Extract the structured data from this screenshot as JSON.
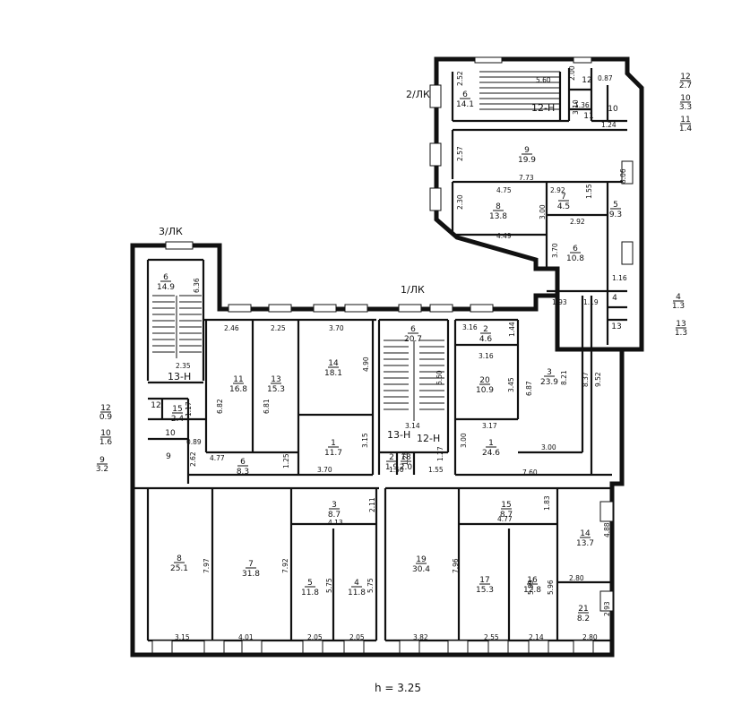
{
  "footer": {
    "height_note": "h = 3.25"
  },
  "section_labels": [
    "2/ЛК",
    "3/ЛК",
    "1/ЛК"
  ],
  "unit_labels": [
    "12-Н",
    "13-Н",
    "13-Н",
    "12-Н"
  ],
  "rooms": [
    {
      "num": "6",
      "area": "14.1"
    },
    {
      "num": "12",
      "area": ""
    },
    {
      "num": "10",
      "area": ""
    },
    {
      "num": "11",
      "area": ""
    },
    {
      "num": "9",
      "area": "19.9"
    },
    {
      "num": "8",
      "area": "13.8"
    },
    {
      "num": "7",
      "area": "4.5"
    },
    {
      "num": "5",
      "area": "9.3"
    },
    {
      "num": "6",
      "area": "10.8"
    },
    {
      "num": "4",
      "area": ""
    },
    {
      "num": "13",
      "area": ""
    },
    {
      "num": "6",
      "area": "14.9"
    },
    {
      "num": "11",
      "area": "16.8"
    },
    {
      "num": "13",
      "area": "15.3"
    },
    {
      "num": "14",
      "area": "18.1"
    },
    {
      "num": "1",
      "area": "11.7"
    },
    {
      "num": "6",
      "area": "8.3"
    },
    {
      "num": "15",
      "area": "2.4"
    },
    {
      "num": "12",
      "area": ""
    },
    {
      "num": "10",
      "area": ""
    },
    {
      "num": "9",
      "area": ""
    },
    {
      "num": "6",
      "area": "20.7"
    },
    {
      "num": "2",
      "area": "1.9"
    },
    {
      "num": "18",
      "area": "2.0"
    },
    {
      "num": "2",
      "area": "4.6"
    },
    {
      "num": "20",
      "area": "10.9"
    },
    {
      "num": "3",
      "area": "23.9"
    },
    {
      "num": "1",
      "area": "24.6"
    },
    {
      "num": "8",
      "area": "25.1"
    },
    {
      "num": "7",
      "area": "31.8"
    },
    {
      "num": "3",
      "area": "8.7"
    },
    {
      "num": "5",
      "area": "11.8"
    },
    {
      "num": "4",
      "area": "11.8"
    },
    {
      "num": "19",
      "area": "30.4"
    },
    {
      "num": "15",
      "area": "8.7"
    },
    {
      "num": "17",
      "area": "15.3"
    },
    {
      "num": "16",
      "area": "12.8"
    },
    {
      "num": "14",
      "area": "13.7"
    },
    {
      "num": "21",
      "area": "8.2"
    }
  ],
  "side_legend": [
    {
      "num": "12",
      "area": "2.7"
    },
    {
      "num": "10",
      "area": "3.3"
    },
    {
      "num": "11",
      "area": "1.4"
    },
    {
      "num": "4",
      "area": "1.3"
    },
    {
      "num": "13",
      "area": "1.3"
    },
    {
      "num": "12",
      "area": "0.9"
    },
    {
      "num": "10",
      "area": "1.6"
    },
    {
      "num": "9",
      "area": "3.2"
    }
  ],
  "dimensions": [
    "5.60",
    "2.52",
    "2.00",
    "0.87",
    "1.36",
    "3.10",
    "1.24",
    "2.57",
    "7.73",
    "8.06",
    "4.75",
    "2.92",
    "1.55",
    "2.30",
    "3.00",
    "4.49",
    "2.92",
    "3.70",
    "1.16",
    "6.36",
    "2.35",
    "2.46",
    "2.25",
    "3.70",
    "6.82",
    "6.81",
    "4.90",
    "1.17",
    "0.89",
    "2.62",
    "4.77",
    "1.25",
    "3.15",
    "3.70",
    "6.60",
    "3.14",
    "1.50",
    "1.26",
    "1.27",
    "1.55",
    "3.16",
    "1.44",
    "3.16",
    "3.45",
    "6.87",
    "1.93",
    "1.19",
    "8.21",
    "8.37",
    "9.52",
    "3.17",
    "3.00",
    "3.00",
    "7.60",
    "7.97",
    "7.92",
    "2.11",
    "4.13",
    "5.75",
    "5.75",
    "3.15",
    "4.01",
    "2.05",
    "2.05",
    "7.96",
    "1.83",
    "4.77",
    "5.99",
    "5.96",
    "4.88",
    "2.80",
    "2.93",
    "3.82",
    "2.55",
    "2.14",
    "2.80"
  ]
}
